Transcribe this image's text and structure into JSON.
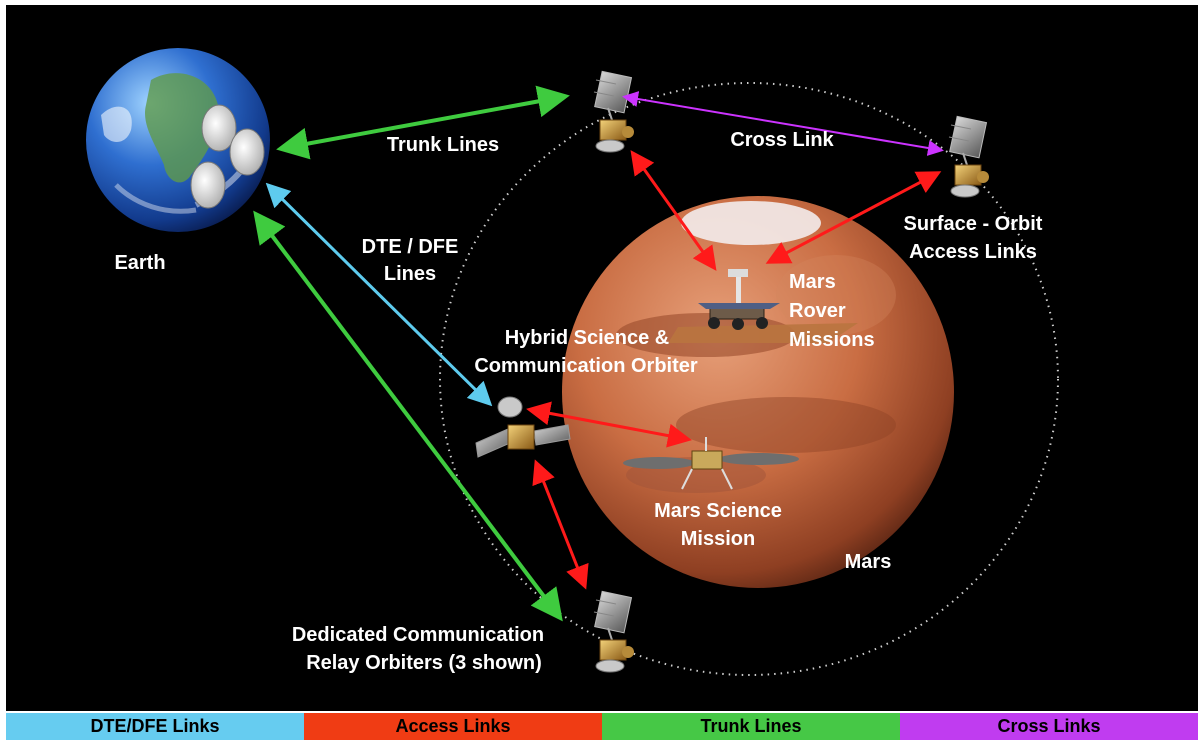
{
  "colors": {
    "background": "#000000",
    "dte_link": "#5ecbee",
    "access_link": "#ff1a1a",
    "trunk_line": "#3fcb3f",
    "cross_link": "#cc33ff",
    "label": "#ffffff"
  },
  "labels": {
    "earth": "Earth",
    "trunk_lines": "Trunk Lines",
    "cross_link": "Cross Link",
    "dte_dfe": [
      "DTE / DFE",
      "Lines"
    ],
    "surface_orbit": [
      "Surface - Orbit",
      "Access Links"
    ],
    "mars_rover": [
      "Mars",
      "Rover",
      "Missions"
    ],
    "hybrid": [
      "Hybrid Science &",
      "Communication Orbiter"
    ],
    "mars_science": [
      "Mars Science",
      "Mission"
    ],
    "mars": "Mars",
    "dedicated": [
      "Dedicated Communication",
      "Relay Orbiters (3 shown)"
    ]
  },
  "legend": [
    {
      "label": "DTE/DFE Links",
      "color": "#66ccf0"
    },
    {
      "label": "Access Links",
      "color": "#f03c14"
    },
    {
      "label": "Trunk Lines",
      "color": "#46c846"
    },
    {
      "label": "Cross Links",
      "color": "#c03cf0"
    }
  ],
  "icons": {
    "earth": "earth-globe-icon",
    "mars": "mars-planet-icon",
    "antenna": "dish-antenna-icon",
    "orbiter": "relay-orbiter-icon",
    "rover": "mars-rover-icon",
    "lander": "mars-lander-icon"
  }
}
